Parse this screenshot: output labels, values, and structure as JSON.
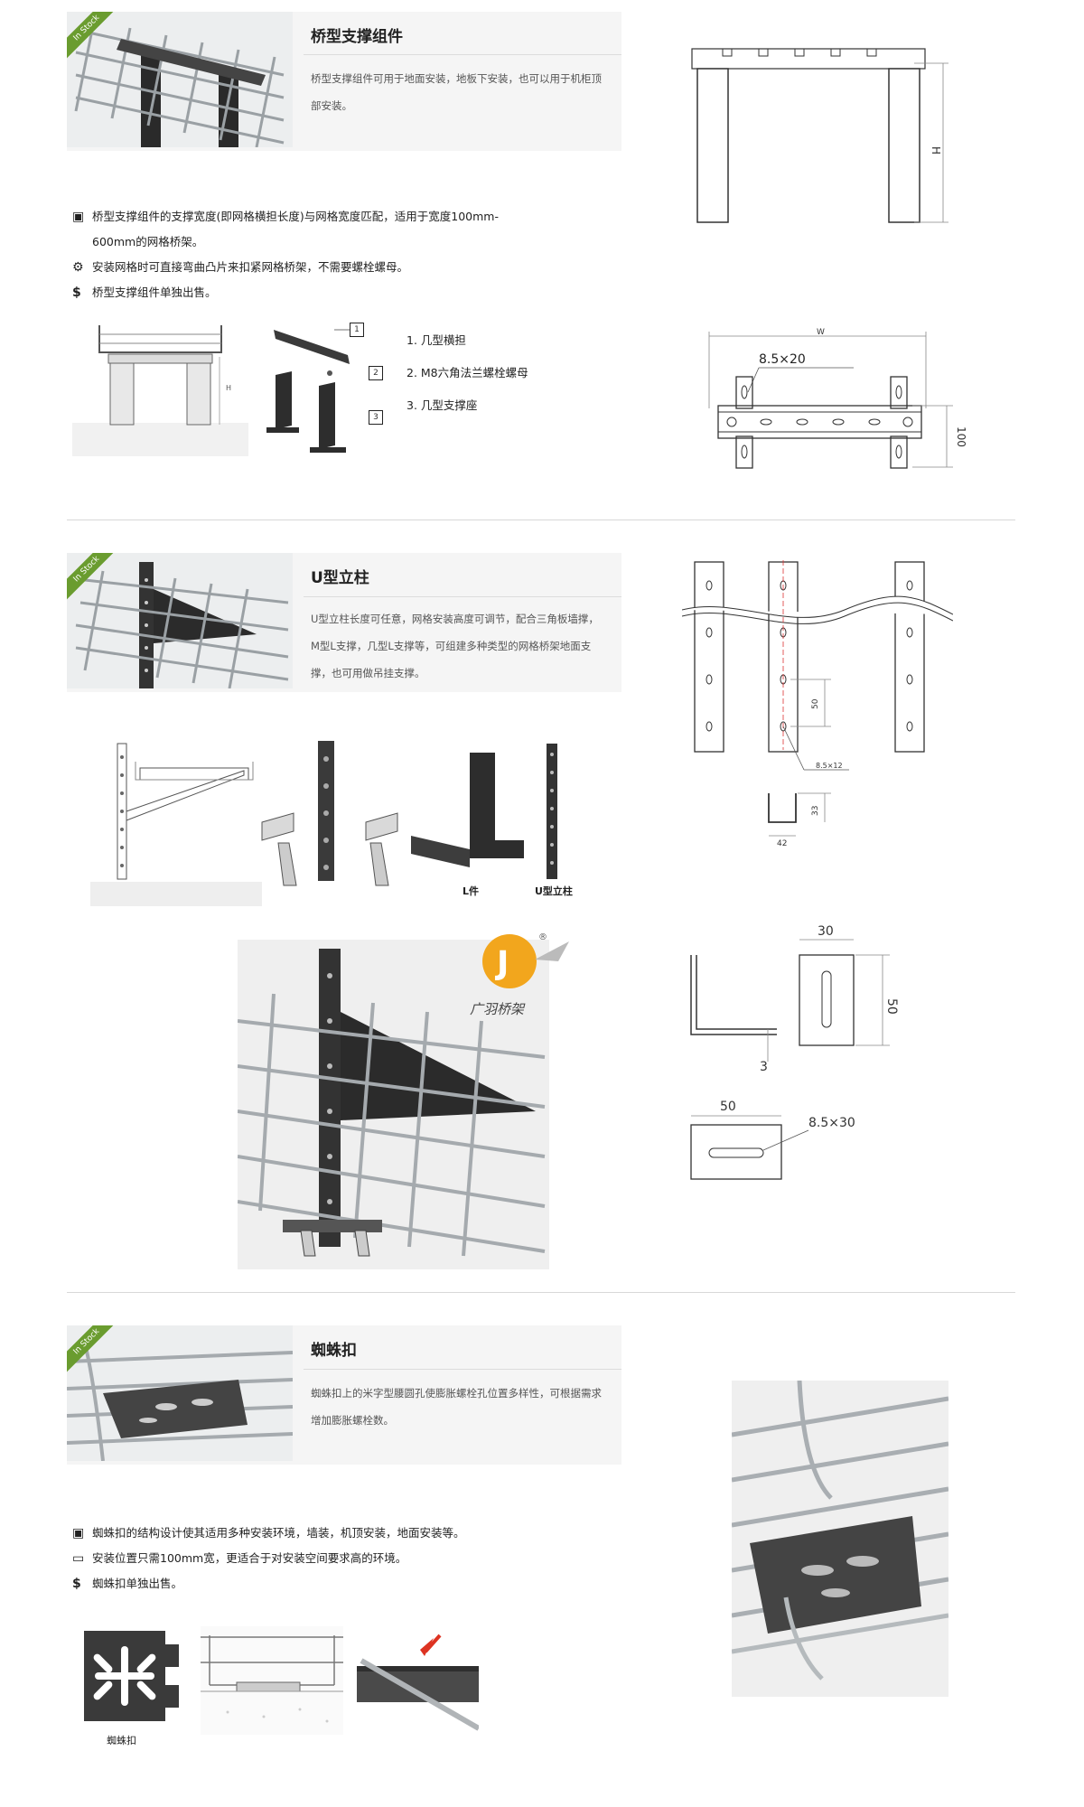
{
  "section1": {
    "badge": "In Stock",
    "title": "桥型支撑组件",
    "desc_line1": "桥型支撑组件可用于地面安装，地板下安装，也可以用于机柜顶",
    "desc_line2": "部安装。",
    "features": [
      {
        "icon": "cabinet-icon",
        "line1": "桥型支撑组件的支撑宽度(即网格横担长度)与网格宽度匹配，适用于宽度100mm-",
        "line2": "600mm的网格桥架。"
      },
      {
        "icon": "gear-icon",
        "line1": "安装网格时可直接弯曲凸片来扣紧网格桥架，不需要螺栓螺母。",
        "line2": ""
      },
      {
        "icon": "dollar-icon",
        "line1": "桥型支撑组件单独出售。",
        "line2": ""
      }
    ],
    "side_dim": "H",
    "parts": [
      {
        "num": "1",
        "label": "1. 几型横担"
      },
      {
        "num": "2",
        "label": "2. M8六角法兰螺栓螺母"
      },
      {
        "num": "3",
        "label": "3. 几型支撑座"
      }
    ],
    "drawing_h": "H",
    "drawing_w": "W",
    "drawing_slot": "8.5×20",
    "drawing_100": "100"
  },
  "section2": {
    "badge": "In Stock",
    "title": "U型立柱",
    "desc_lines": [
      "U型立柱长度可任意，网格安装高度可调节，配合三角板墙撑，",
      "M型L支撑，几型L支撑等，可组建多种类型的网格桥架地面支",
      "撑，也可用做吊挂支撑。"
    ],
    "label_l": "L件",
    "label_u": "U型立柱",
    "logo_text": "广羽桥架",
    "logo_reg": "®",
    "dim_50": "50",
    "dim_hole": "8.5×12",
    "dim_33": "33",
    "dim_42": "42",
    "dim_30": "30",
    "dim_50b": "50",
    "dim_3": "3",
    "dim_50c": "50",
    "dim_slot": "8.5×30"
  },
  "section3": {
    "badge": "In Stock",
    "title": "蜘蛛扣",
    "desc_line1": "蜘蛛扣上的米字型腰圆孔使膨胀螺栓孔位置多样性，可根据需求",
    "desc_line2": "增加膨胀螺栓数。",
    "features": [
      {
        "icon": "cabinet-icon",
        "text": "蜘蛛扣的结构设计使其适用多种安装环境，墙装，机顶安装，地面安装等。"
      },
      {
        "icon": "laptop-icon",
        "text": "安装位置只需100mm宽，更适合于对安装空间要求高的环境。"
      },
      {
        "icon": "dollar-icon",
        "text": "蜘蛛扣单独出售。"
      }
    ],
    "label_spider": "蜘蛛扣"
  }
}
